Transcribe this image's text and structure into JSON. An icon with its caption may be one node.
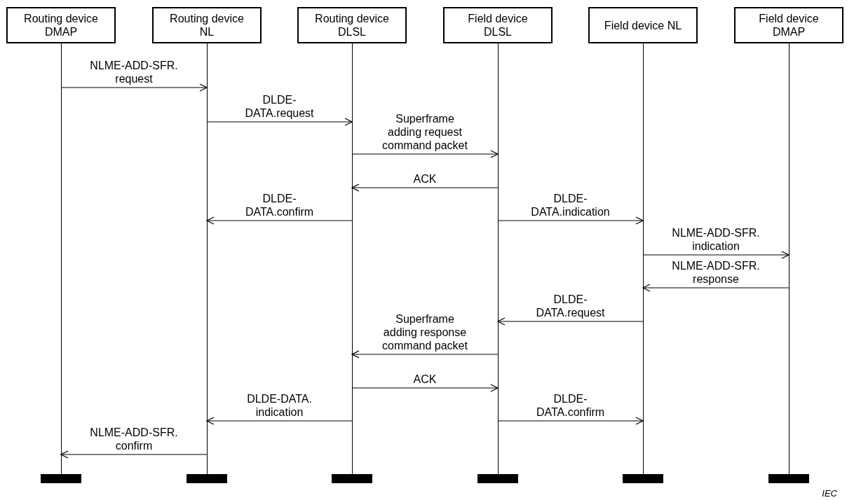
{
  "diagram": {
    "nodes": [
      {
        "text": [
          "Routing device DMAP"
        ]
      },
      {
        "text": [
          "Routing device NL"
        ]
      },
      {
        "text": [
          "Routing device DLSL"
        ]
      },
      {
        "text": [
          "Field device DLSL"
        ]
      },
      {
        "text": [
          "Field device NL"
        ]
      },
      {
        "text": [
          "Field device DMAP"
        ]
      }
    ],
    "edges": [
      {
        "from": 0,
        "to": 1,
        "arrow": "to",
        "label": "NLME-ADD-SFR. request"
      },
      {
        "from": 1,
        "to": 2,
        "arrow": "to",
        "label": "DLDE-DATA.request"
      },
      {
        "from": 2,
        "to": 3,
        "arrow": "to",
        "label": "Superframe adding request command packet"
      },
      {
        "from": 3,
        "to": 2,
        "arrow": "to",
        "label": "ACK"
      },
      {
        "from": 2,
        "to": 1,
        "arrow": "to",
        "label": "DLDE-DATA.confirm"
      },
      {
        "from": 3,
        "to": 4,
        "arrow": "to",
        "label": "DLDE-DATA.indication"
      },
      {
        "from": 4,
        "to": 5,
        "arrow": "to",
        "label": "NLME-ADD-SFR. indication"
      },
      {
        "from": 5,
        "to": 4,
        "arrow": "to",
        "label": "NLME-ADD-SFR. response"
      },
      {
        "from": 4,
        "to": 3,
        "arrow": "to",
        "label": "DLDE-DATA.request"
      },
      {
        "from": 3,
        "to": 2,
        "arrow": "to",
        "label": "Superframe adding response command packet"
      },
      {
        "from": 2,
        "to": 3,
        "arrow": "to",
        "label": "ACK"
      },
      {
        "from": 2,
        "to": 1,
        "arrow": "to",
        "label": "DLDE-DATA. indication"
      },
      {
        "from": 3,
        "to": 4,
        "arrow": "to",
        "label": "DLDE-DATA.confirm"
      },
      {
        "from": 1,
        "to": 0,
        "arrow": "to",
        "label": "NLME-ADD-SFR. confirm"
      }
    ],
    "labels": [
      "IEC"
    ]
  }
}
